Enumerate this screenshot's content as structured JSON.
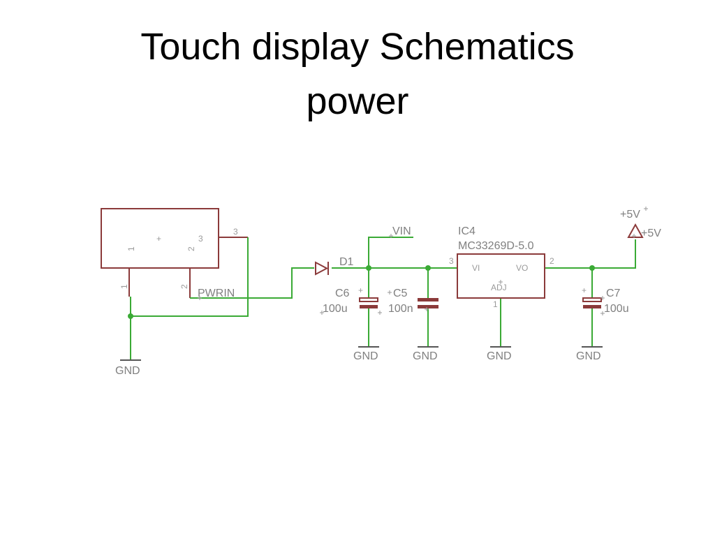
{
  "slide": {
    "title_line1": "Touch display Schematics",
    "title_line2": "power"
  },
  "schematic": {
    "connector": {
      "pin1": "1",
      "pin2": "2",
      "pin3": "3",
      "plus": "+",
      "wire_pin3": "3",
      "lead_pin1": "1",
      "lead_pin2": "2"
    },
    "net_pwrin": "PWRIN",
    "net_vin": "VIN",
    "diode": {
      "name": "D1"
    },
    "c6": {
      "name": "C6",
      "value": "100u"
    },
    "c5": {
      "name": "C5",
      "value": "100n"
    },
    "c7": {
      "name": "C7",
      "value": "100u"
    },
    "ic": {
      "name": "IC4",
      "value": "MC33269D-5.0",
      "vi": "VI",
      "vo": "VO",
      "adj": "ADJ",
      "pin_vi": "3",
      "pin_vo": "2",
      "pin_adj": "1"
    },
    "supply": {
      "name": "+5V",
      "value": "+5V"
    },
    "gnd_label": "GND",
    "colors": {
      "wire": "#3aaa35",
      "part": "#8b3a3a",
      "label": "#808080"
    }
  }
}
